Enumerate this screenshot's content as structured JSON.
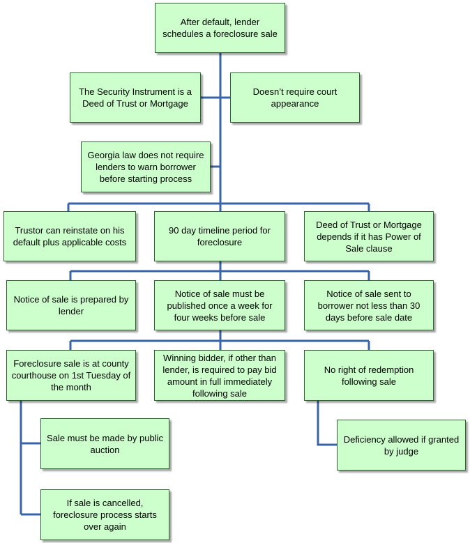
{
  "colors": {
    "box_fill": "#ccffcc",
    "box_border": "#2e5f2e",
    "connector": "#3a64a8"
  },
  "nodes": {
    "root": "After default, lender schedules a foreclosure sale",
    "security_instrument": "The Security  Instrument is a Deed of Trust or Mortgage",
    "no_court": "Doesn’t require court appearance",
    "georgia_law": "Georgia law does not require lenders to warn borrower before starting process",
    "trustor_reinstate": "Trustor can reinstate on his default plus applicable costs",
    "timeline_90": "90 day timeline period for foreclosure",
    "deed_depends": "Deed of Trust or Mortgage depends if it has Power of Sale clause",
    "notice_prepared": "Notice of sale is prepared by lender",
    "notice_published": "Notice of sale must be published once a week for four weeks before sale",
    "notice_sent": "Notice of sale sent to borrower not less than 30 days before sale date",
    "courthouse_sale": "Foreclosure sale is at county courthouse on 1st Tuesday of the month",
    "winning_bidder": "Winning bidder, if other than lender, is required to pay bid amount in full immediately following sale",
    "no_redemption": "No right of redemption following sale",
    "public_auction": "Sale must be made by public auction",
    "sale_cancelled": "If sale is cancelled, foreclosure process starts over again",
    "deficiency": "Deficiency allowed if granted by judge"
  }
}
